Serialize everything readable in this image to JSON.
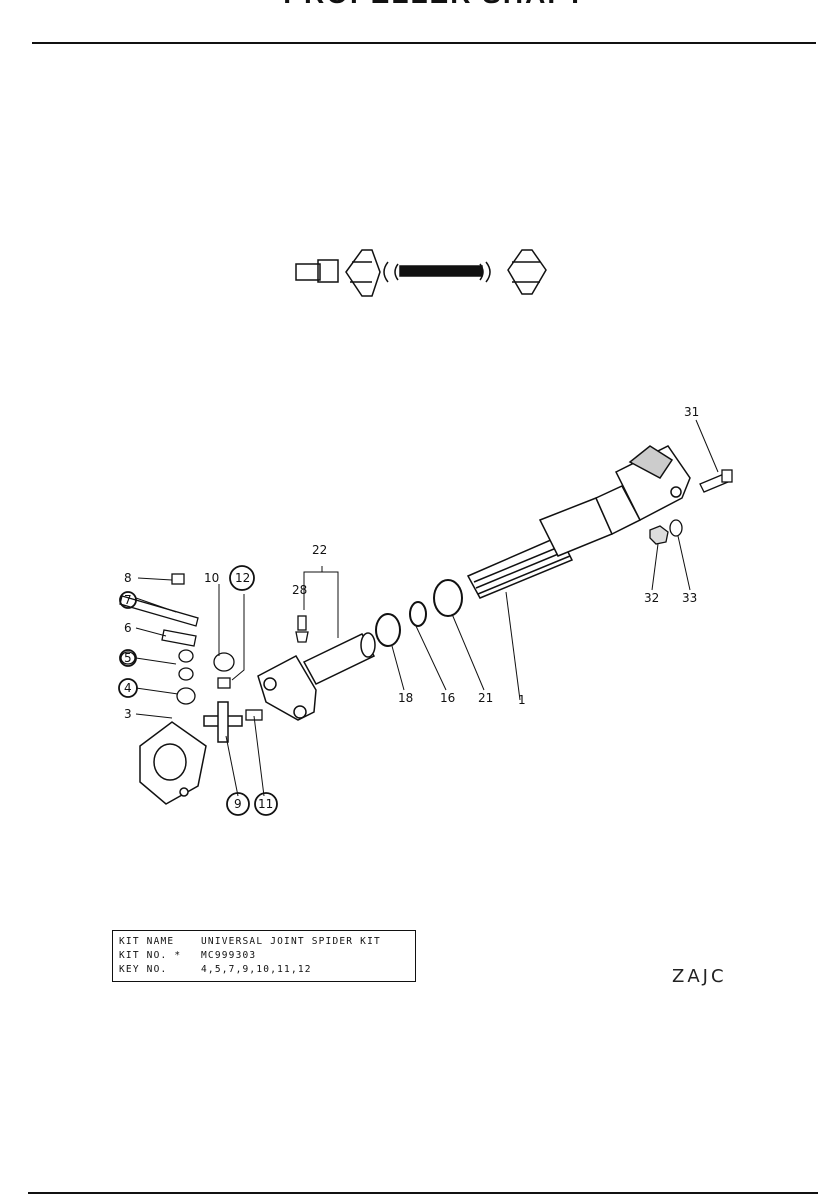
{
  "header": {
    "title": "· · ·  PROPELLER SHAFT"
  },
  "callouts": [
    {
      "id": "c31",
      "text": "31"
    },
    {
      "id": "c22",
      "text": "22"
    },
    {
      "id": "c28",
      "text": "28"
    },
    {
      "id": "c8",
      "text": "8"
    },
    {
      "id": "c10",
      "text": "10"
    },
    {
      "id": "c12",
      "text": "12"
    },
    {
      "id": "c7",
      "text": "7"
    },
    {
      "id": "c6",
      "text": "6"
    },
    {
      "id": "c5",
      "text": "5"
    },
    {
      "id": "c4",
      "text": "4"
    },
    {
      "id": "c3",
      "text": "3"
    },
    {
      "id": "c9",
      "text": "9"
    },
    {
      "id": "c11",
      "text": "11"
    },
    {
      "id": "c18",
      "text": "18"
    },
    {
      "id": "c16",
      "text": "16"
    },
    {
      "id": "c21",
      "text": "21"
    },
    {
      "id": "c1",
      "text": "1"
    },
    {
      "id": "c32",
      "text": "32"
    },
    {
      "id": "c33",
      "text": "33"
    }
  ],
  "kit": {
    "name_label": "KIT  NAME",
    "name_value": "UNIVERSAL  JOINT  SPIDER  KIT",
    "no_label": "KIT  NO. *",
    "no_value": "MC999303",
    "key_label": "KEY  NO.",
    "key_value": "4,5,7,9,10,11,12"
  },
  "diagram_code": "ZAJC"
}
